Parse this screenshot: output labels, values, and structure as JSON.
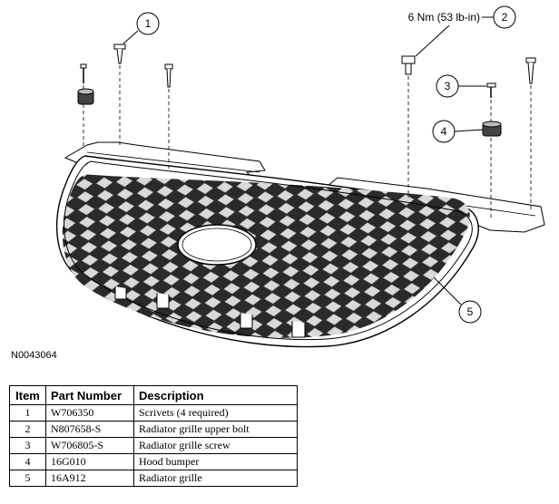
{
  "callouts": [
    {
      "number": "1",
      "label": ""
    },
    {
      "number": "2",
      "label": "6 Nm (53 lb-in)"
    },
    {
      "number": "3",
      "label": ""
    },
    {
      "number": "4",
      "label": ""
    },
    {
      "number": "5",
      "label": ""
    }
  ],
  "figure_id": "N0043064",
  "table": {
    "headers": [
      "Item",
      "Part Number",
      "Description"
    ],
    "rows": [
      {
        "item": "1",
        "part": "W706350",
        "desc": "Scrivets (4 required)"
      },
      {
        "item": "2",
        "part": "N807658-S",
        "desc": "Radiator grille upper bolt"
      },
      {
        "item": "3",
        "part": "W706805-S",
        "desc": "Radiator grille screw"
      },
      {
        "item": "4",
        "part": "16G010",
        "desc": "Hood bumper"
      },
      {
        "item": "5",
        "part": "16A912",
        "desc": "Radiator grille"
      }
    ]
  },
  "colors": {
    "line": "#000000",
    "mesh_dark": "#2a2a2a",
    "mesh_light": "#d9d9d9",
    "panel": "#ffffff"
  }
}
